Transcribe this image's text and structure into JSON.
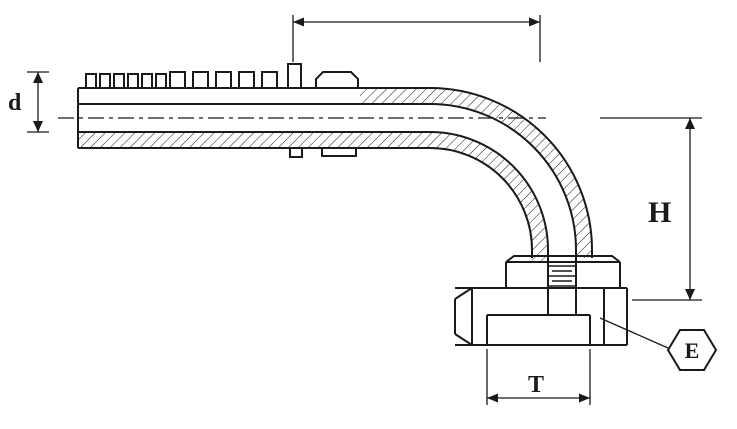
{
  "labels": {
    "hose_bore_diameter": "d",
    "drop_height": "H",
    "thread_size": "T",
    "hex_size": "E"
  },
  "colors": {
    "background": "#ffffff",
    "line": "#1a1a1a"
  }
}
